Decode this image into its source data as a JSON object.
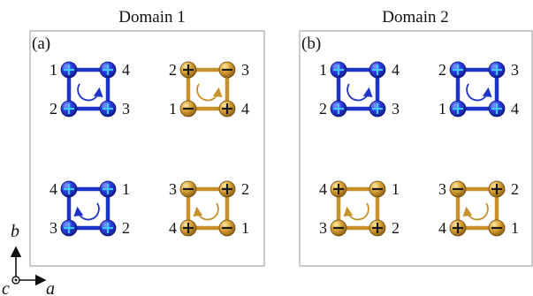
{
  "titles": {
    "domain1": "Domain 1",
    "domain2": "Domain 2"
  },
  "panels": {
    "a": "(a)",
    "b": "(b)"
  },
  "axes": {
    "b": "b",
    "a": "a",
    "c": "c"
  },
  "colors": {
    "blue_bond": "#1e33c9",
    "blue_atom": "#1f2fd6",
    "blue_sign": "#42c8f5",
    "gold_bond": "#c8922a",
    "gold_atom": "#d9a032",
    "gold_sign": "#1a1a1a",
    "frame": "#aaaaaa"
  },
  "plaquettes": [
    {
      "id": "a-tl",
      "color": "blue",
      "signs": [
        "+",
        "+",
        "+",
        "+"
      ],
      "labels": [
        "1",
        "4",
        "3",
        "2"
      ],
      "arrow": "clockwise"
    },
    {
      "id": "a-tr",
      "color": "gold",
      "signs": [
        "+",
        "-",
        "+",
        "-"
      ],
      "labels": [
        "2",
        "3",
        "4",
        "1"
      ],
      "arrow": "clockwise"
    },
    {
      "id": "a-bl",
      "color": "blue",
      "signs": [
        "+",
        "+",
        "+",
        "+"
      ],
      "labels": [
        "4",
        "1",
        "2",
        "3"
      ],
      "arrow": "anticlockwise"
    },
    {
      "id": "a-br",
      "color": "gold",
      "signs": [
        "-",
        "+",
        "-",
        "+"
      ],
      "labels": [
        "3",
        "2",
        "1",
        "4"
      ],
      "arrow": "anticlockwise"
    },
    {
      "id": "b-tl",
      "color": "blue",
      "signs": [
        "+",
        "+",
        "+",
        "+"
      ],
      "labels": [
        "1",
        "4",
        "3",
        "2"
      ],
      "arrow": "clockwise"
    },
    {
      "id": "b-tr",
      "color": "blue",
      "signs": [
        "+",
        "+",
        "+",
        "+"
      ],
      "labels": [
        "2",
        "3",
        "4",
        "1"
      ],
      "arrow": "clockwise"
    },
    {
      "id": "b-bl",
      "color": "gold",
      "signs": [
        "+",
        "-",
        "+",
        "-"
      ],
      "labels": [
        "4",
        "1",
        "2",
        "3"
      ],
      "arrow": "anticlockwise"
    },
    {
      "id": "b-br",
      "color": "gold",
      "signs": [
        "-",
        "+",
        "-",
        "+"
      ],
      "labels": [
        "3",
        "2",
        "1",
        "4"
      ],
      "arrow": "anticlockwise"
    }
  ]
}
